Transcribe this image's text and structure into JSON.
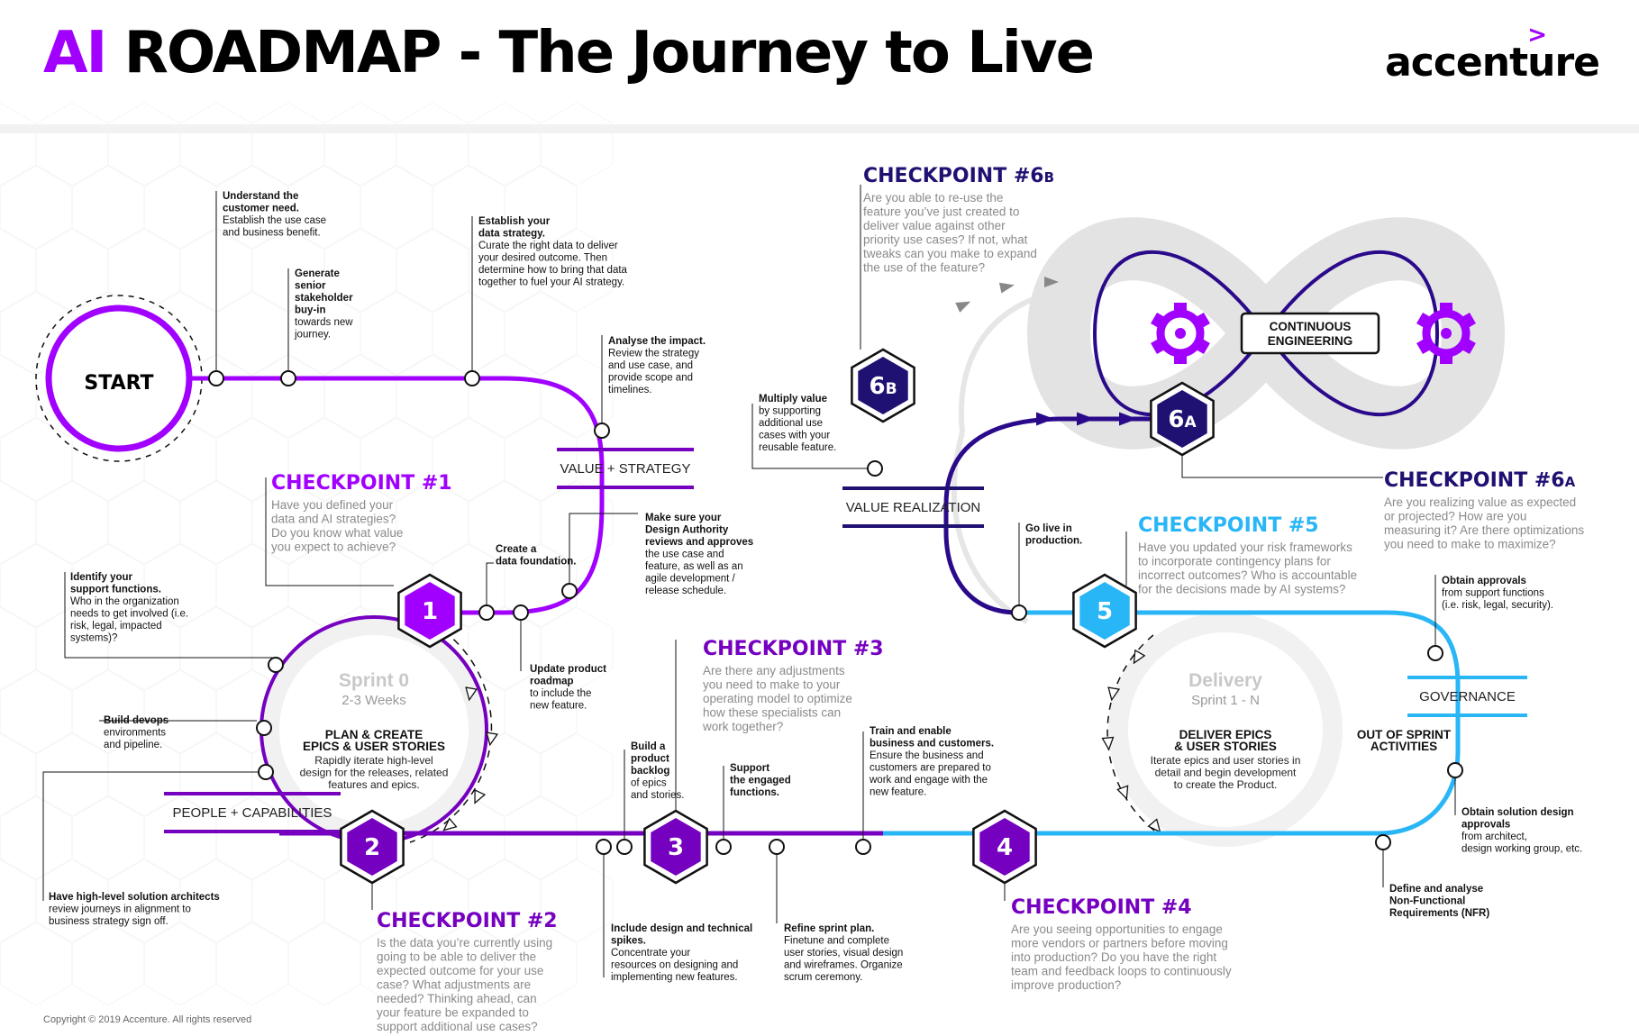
{
  "header": {
    "title_accent": "AI",
    "title_rest": "ROADMAP - The Journey to Live",
    "brand": "accenture",
    "brand_mark": ">"
  },
  "copyright": "Copyright © 2019 Accenture. All rights reserved",
  "colors": {
    "purple": "#a100ff",
    "violet": "#7500c0",
    "indigo": "#2a0a8a",
    "navy": "#1f1172",
    "cyan": "#29b6f6",
    "gray_track": "#e3e3e3"
  },
  "start_label": "START",
  "bands": {
    "value_strategy": "VALUE + STRATEGY",
    "people_capabilities": "PEOPLE + CAPABILITIES",
    "value_realization": "VALUE REALIZATION",
    "governance": "GOVERNANCE",
    "continuous_engineering": [
      "CONTINUOUS",
      "ENGINEERING"
    ]
  },
  "sprints": {
    "sprint0": {
      "title": "Sprint 0",
      "sub": "2-3 Weeks",
      "head": [
        "PLAN & CREATE",
        "EPICS & USER STORIES"
      ],
      "body": [
        "Rapidly iterate high-level",
        "design for the releases, related",
        "features and epics."
      ]
    },
    "delivery": {
      "title": "Delivery",
      "sub": "Sprint 1 - N",
      "head": [
        "DELIVER EPICS",
        "& USER STORIES"
      ],
      "body": [
        "Iterate epics and user stories in",
        "detail and begin development",
        "to create the Product."
      ]
    },
    "out_of_sprint": [
      "OUT OF SPRINT",
      "ACTIVITIES"
    ]
  },
  "hexes": {
    "h1": "1",
    "h2": "2",
    "h3": "3",
    "h4": "4",
    "h5": "5",
    "h6a": [
      "6",
      "A"
    ],
    "h6b": [
      "6",
      "B"
    ]
  },
  "checkpoints": {
    "cp1": {
      "title": "CHECKPOINT #1",
      "body": [
        "Have you defined your",
        "data and AI strategies?",
        "Do you know what value",
        "you expect to achieve?"
      ]
    },
    "cp2": {
      "title": "CHECKPOINT #2",
      "body": [
        "Is the data you’re currently using",
        "going to be able to deliver the",
        "expected outcome for your use",
        "case? What adjustments are",
        "needed? Thinking ahead, can",
        "your feature be expanded to",
        "support additional use cases?"
      ]
    },
    "cp3": {
      "title": "CHECKPOINT #3",
      "body": [
        "Are there any adjustments",
        "you need to make to your",
        "operating model to optimize",
        "how these specialists can",
        "work together?"
      ]
    },
    "cp4": {
      "title": "CHECKPOINT #4",
      "body": [
        "Are you seeing opportunities to engage",
        "more vendors or partners before moving",
        "into production? Do you have the right",
        "team and feedback loops to continuously",
        "improve production?"
      ]
    },
    "cp5": {
      "title": "CHECKPOINT #5",
      "body": [
        "Have you updated your risk frameworks",
        "to incorporate contingency plans for",
        "incorrect outcomes? Who is accountable",
        "for the decisions made by AI systems?"
      ]
    },
    "cp6a": {
      "title": "CHECKPOINT #6",
      "title_suffix": "A",
      "body": [
        "Are you realizing value as expected",
        "or projected? How are you",
        "measuring it? Are there optimizations",
        "you need to make to maximize?"
      ]
    },
    "cp6b": {
      "title": "CHECKPOINT #6",
      "title_suffix": "B",
      "body": [
        "Are you able to re-use the",
        "feature you’ve just created to",
        "deliver value against other",
        "priority use cases? If not, what",
        "tweaks can you make to expand",
        "the use of the feature?"
      ]
    }
  },
  "notes": {
    "understand": {
      "bold": [
        "Understand the",
        "customer need."
      ],
      "text": [
        "Establish the use case",
        "and business benefit."
      ]
    },
    "sponsor": {
      "bold": [
        "Generate",
        "senior",
        "stakeholder",
        "buy-in"
      ],
      "text": [
        "towards new",
        "journey."
      ]
    },
    "data_strategy": {
      "bold": [
        "Establish your",
        "data strategy."
      ],
      "text": [
        "Curate the right data to deliver",
        "your desired outcome. Then",
        "determine how to bring that data",
        "together to fuel your AI strategy."
      ]
    },
    "impact": {
      "bold": [
        "Analyse the impact."
      ],
      "text": [
        "Review the strategy",
        "and use case, and",
        "provide scope and",
        "timelines."
      ]
    },
    "design_authority": {
      "bold": [
        "Make sure your",
        "Design Authority",
        "reviews and approves"
      ],
      "text": [
        "the use case and",
        "feature, as well as an",
        "agile development /",
        "release schedule."
      ]
    },
    "data_foundation": {
      "bold": [
        "Create a",
        "data foundation."
      ],
      "text": []
    },
    "support_functions": {
      "bold": [
        "Identify your",
        "support functions."
      ],
      "text": [
        "Who in the organization",
        "needs to get involved (i.e.",
        "risk, legal, impacted",
        "systems)?"
      ]
    },
    "roadmap": {
      "bold": [
        "Update product",
        "roadmap"
      ],
      "text": [
        "to include the",
        "new feature."
      ]
    },
    "devops": {
      "bold": [
        "Build devops"
      ],
      "text": [
        "environments",
        "and pipeline."
      ]
    },
    "architects": {
      "bold": [
        "Have high-level solution architects"
      ],
      "text": [
        "review journeys in alignment to",
        "business strategy sign off."
      ]
    },
    "backlog": {
      "bold": [
        "Build a",
        "product",
        "backlog"
      ],
      "text": [
        "of epics",
        "and stories."
      ]
    },
    "engaged": {
      "bold": [
        "Support",
        "the engaged",
        "functions."
      ],
      "text": []
    },
    "spikes": {
      "bold": [
        "Include design and technical",
        "spikes."
      ],
      "text": [
        "Concentrate your",
        "resources on designing and",
        "implementing new features."
      ]
    },
    "refine": {
      "bold": [
        "Refine sprint plan."
      ],
      "text": [
        "Finetune and complete",
        "user stories, visual design",
        "and wireframes. Organize",
        "scrum ceremony."
      ]
    },
    "train": {
      "bold": [
        "Train and enable",
        "business and customers."
      ],
      "text": [
        "Ensure the business and",
        "customers are prepared to",
        "work and engage with the",
        "new feature."
      ]
    },
    "go_live": {
      "bold": [
        "Go live in",
        "production."
      ],
      "text": []
    },
    "multiply": {
      "bold": [
        "Multiply value"
      ],
      "text": [
        "by supporting",
        "additional use",
        "cases with your",
        "reusable feature."
      ]
    },
    "obtain_approvals": {
      "bold": [
        "Obtain approvals"
      ],
      "text": [
        "from support functions",
        "(i.e. risk, legal, security)."
      ]
    },
    "solution_design": {
      "bold": [
        "Obtain solution design",
        "approvals"
      ],
      "text": [
        "from architect,",
        "design working group, etc."
      ]
    },
    "nfr": {
      "bold": [
        "Define and analyse",
        "Non-Functional",
        "Requirements (NFR)"
      ],
      "text": []
    }
  }
}
